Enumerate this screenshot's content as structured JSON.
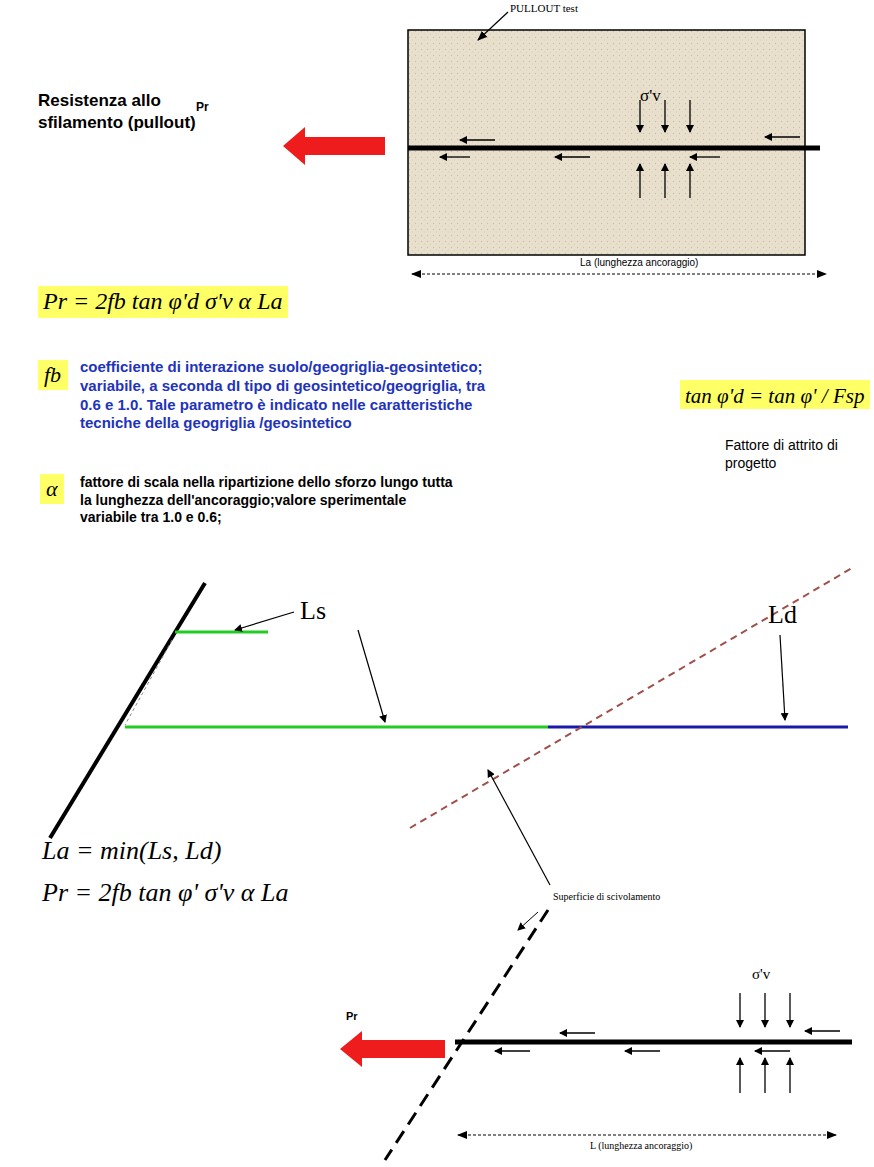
{
  "diagram": {
    "nodes": [
      {
        "text": [
          "σ'v"
        ]
      },
      {
        "text": [
          "Pr = 2fb tan φ'd σ'v α La"
        ]
      },
      {
        "text": [
          "fb"
        ]
      },
      {
        "text": [
          "tan φ'd = tan φ' / Fsp"
        ]
      },
      {
        "text": [
          "α"
        ]
      }
    ],
    "labels": [
      "PULLOUT test",
      "Resistenza allo sfilamento (pullout)",
      "Pr",
      "La (lunghezza ancoraggio)",
      "coefficiente di interazione suolo/geogriglia-geosintetico; variabile, a seconda dI tipo di geosintetico/geogriglia, tra 0.6 e 1.0. Tale parametro è indicato nelle caratteristiche tecniche della geogriglia /geosintetico",
      "Fattore di attrito di progetto",
      "fattore di scala nella ripartizione dello sforzo lungo tutta la lunghezza dell'ancoraggio;valore sperimentale variabile tra 1.0 e 0.6;",
      "Ls",
      "Ld",
      "La = min(Ls, Ld)",
      "Pr = 2fb tan φ' σ'v α La",
      "Superficie di scivolamento",
      "σ'v",
      "Pr",
      "L (lunghezza ancoraggio)"
    ]
  }
}
